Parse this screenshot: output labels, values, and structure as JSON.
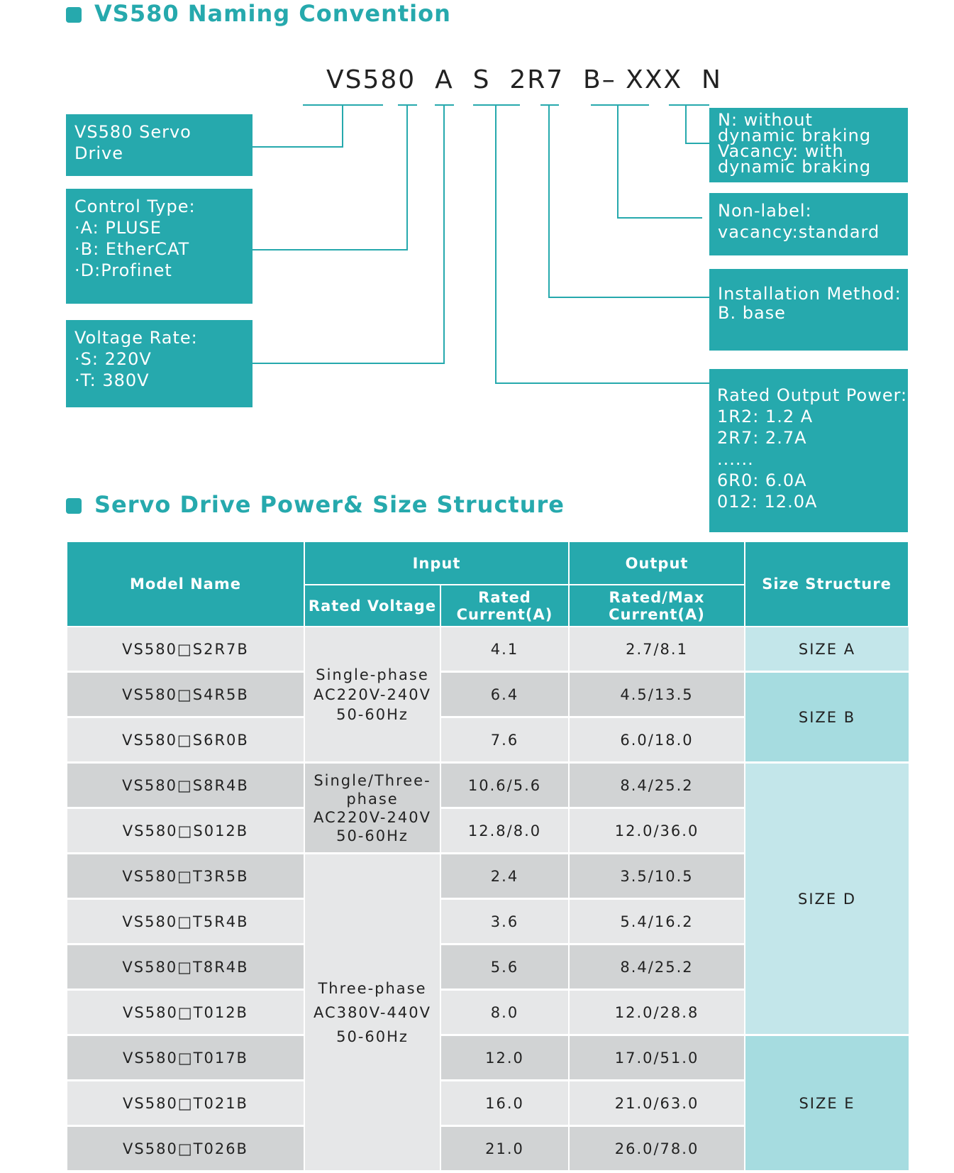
{
  "naming": {
    "title": "VS580 Naming Convention",
    "code": "VS580  A  S  2R7  B– XXX  N",
    "left_boxes": [
      {
        "lines": [
          "VS580  Servo",
          "Drive"
        ]
      },
      {
        "lines": [
          "Control Type:",
          "·A:  PLUSE",
          "·B: EtherCAT",
          "·D:Profinet"
        ]
      },
      {
        "lines": [
          "Voltage Rate:",
          "·S: 220V",
          "·T: 380V"
        ]
      }
    ],
    "right_boxes": [
      {
        "lines": [
          "N: without",
          "dynamic braking",
          "Vacancy: with",
          "dynamic braking"
        ]
      },
      {
        "lines": [
          "Non-label:",
          "vacancy:standard"
        ]
      },
      {
        "lines": [
          "Installation Method:",
          "B.  base"
        ]
      },
      {
        "lines": [
          "Rated Output Power:",
          "1R2: 1.2 A",
          "2R7: 2.7A",
          "......",
          "6R0: 6.0A",
          "012: 12.0A"
        ]
      }
    ]
  },
  "table_section": {
    "title": "Servo Drive Power& Size Structure",
    "headers": {
      "model": "Model Name",
      "input": "Input",
      "output": "Output",
      "size": "Size Structure",
      "rated_voltage": "Rated Voltage",
      "rated_current": "Rated Current(A)",
      "rated_max": "Rated/Max Current(A)"
    },
    "voltages": [
      "Single-phase AC220V-240V 50-60Hz",
      "Single/Three-phase AC220V-240V 50-60Hz",
      "Three-phase AC380V-440V 50-60Hz"
    ],
    "sizes": [
      "SIZE A",
      "SIZE B",
      "SIZE D",
      "SIZE E"
    ],
    "rows": [
      {
        "model": "VS580□S2R7B",
        "current": "4.1",
        "output": "2.7/8.1"
      },
      {
        "model": "VS580□S4R5B",
        "current": "6.4",
        "output": "4.5/13.5"
      },
      {
        "model": "VS580□S6R0B",
        "current": "7.6",
        "output": "6.0/18.0"
      },
      {
        "model": "VS580□S8R4B",
        "current": "10.6/5.6",
        "output": "8.4/25.2"
      },
      {
        "model": "VS580□S012B",
        "current": "12.8/8.0",
        "output": "12.0/36.0"
      },
      {
        "model": "VS580□T3R5B",
        "current": "2.4",
        "output": "3.5/10.5"
      },
      {
        "model": "VS580□T5R4B",
        "current": "3.6",
        "output": "5.4/16.2"
      },
      {
        "model": "VS580□T8R4B",
        "current": "5.6",
        "output": "8.4/25.2"
      },
      {
        "model": "VS580□T012B",
        "current": "8.0",
        "output": "12.0/28.8"
      },
      {
        "model": "VS580□T017B",
        "current": "12.0",
        "output": "17.0/51.0"
      },
      {
        "model": "VS580□T021B",
        "current": "16.0",
        "output": "21.0/63.0"
      },
      {
        "model": "VS580□T026B",
        "current": "21.0",
        "output": "26.0/78.0"
      }
    ]
  },
  "colors": {
    "teal": "#26a9ad",
    "size_light": "#c3e6ea",
    "size_dark": "#a6dce0",
    "row_light": "#e6e7e8",
    "row_dark": "#d1d3d4"
  }
}
